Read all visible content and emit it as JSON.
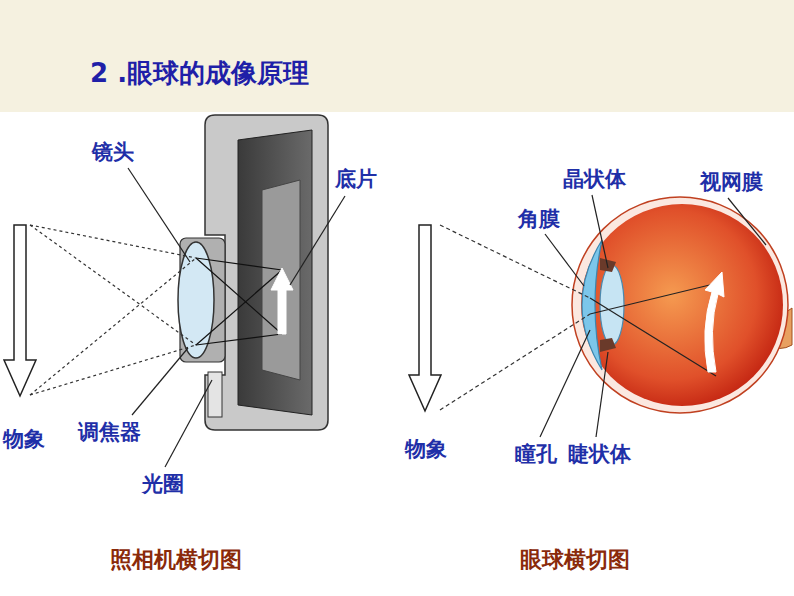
{
  "diagram": {
    "title": "2 .眼球的成像原理",
    "labels": [
      "镜头",
      "底片",
      "晶状体",
      "视网膜",
      "角膜",
      "物象",
      "调焦器",
      "瞳孔",
      "睫状体",
      "物象",
      "光圈",
      "照相机横切图",
      "眼球横切图"
    ]
  }
}
